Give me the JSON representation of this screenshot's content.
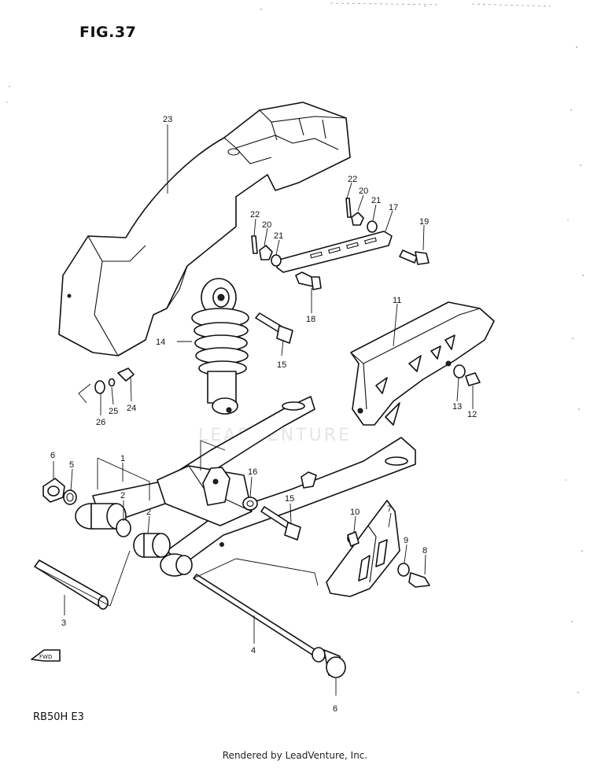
{
  "figure_title": "FIG.37",
  "model_code": "RB50H E3",
  "footer": "Rendered by LeadVenture, Inc.",
  "watermark": "LEADVENTURE",
  "fwd_label": "FWD",
  "callouts": [
    {
      "id": "c23",
      "text": "23"
    },
    {
      "id": "c22a",
      "text": "22"
    },
    {
      "id": "c20a",
      "text": "20"
    },
    {
      "id": "c21a",
      "text": "21"
    },
    {
      "id": "c17",
      "text": "17"
    },
    {
      "id": "c19",
      "text": "19"
    },
    {
      "id": "c22b",
      "text": "22"
    },
    {
      "id": "c20b",
      "text": "20"
    },
    {
      "id": "c21b",
      "text": "21"
    },
    {
      "id": "c18",
      "text": "18"
    },
    {
      "id": "c11",
      "text": "11"
    },
    {
      "id": "c14",
      "text": "14"
    },
    {
      "id": "c15a",
      "text": "15"
    },
    {
      "id": "c13",
      "text": "13"
    },
    {
      "id": "c12",
      "text": "12"
    },
    {
      "id": "c26",
      "text": "26"
    },
    {
      "id": "c25",
      "text": "25"
    },
    {
      "id": "c24",
      "text": "24"
    },
    {
      "id": "c6a",
      "text": "6"
    },
    {
      "id": "c5",
      "text": "5"
    },
    {
      "id": "c1",
      "text": "1"
    },
    {
      "id": "c2a",
      "text": "2"
    },
    {
      "id": "c2b",
      "text": "2"
    },
    {
      "id": "c16",
      "text": "16"
    },
    {
      "id": "c15b",
      "text": "15"
    },
    {
      "id": "c10",
      "text": "10"
    },
    {
      "id": "c7",
      "text": "7"
    },
    {
      "id": "c9",
      "text": "9"
    },
    {
      "id": "c8",
      "text": "8"
    },
    {
      "id": "c3",
      "text": "3"
    },
    {
      "id": "c4",
      "text": "4"
    },
    {
      "id": "c6b",
      "text": "6"
    }
  ]
}
